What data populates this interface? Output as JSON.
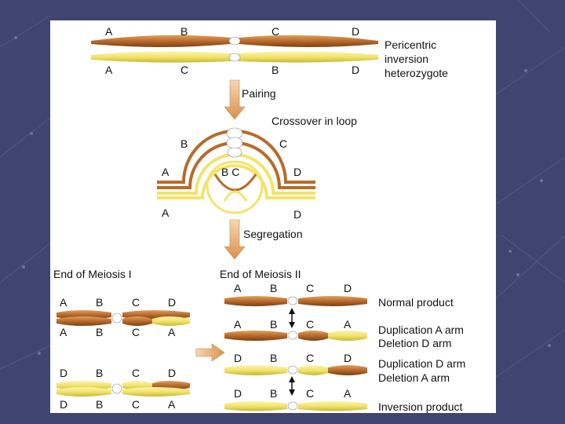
{
  "colors": {
    "background": "#3f4470",
    "slide": "#ffffff",
    "brown": "#b86a2a",
    "yellow": "#f2e46a",
    "arrow": "#e0a360"
  },
  "top": {
    "brown_loci": [
      "A",
      "B",
      "C",
      "D"
    ],
    "yellow_loci": [
      "A",
      "C",
      "B",
      "D"
    ],
    "caption_1": "Pericentric",
    "caption_2": "inversion",
    "caption_3": "heterozygote"
  },
  "steps": {
    "pairing": "Pairing",
    "crossover": "Crossover in loop",
    "segregation": "Segregation"
  },
  "loop": {
    "label_B": "B",
    "label_C": "C",
    "label_A": "A",
    "label_BC": "B C",
    "label_D": "D",
    "label_A2": "A",
    "label_D2": "D"
  },
  "meiosis1": {
    "title": "End of Meiosis I",
    "row1": [
      "A",
      "B",
      "C",
      "D"
    ],
    "row2": [
      "A",
      "B",
      "C",
      "A"
    ],
    "row3": [
      "D",
      "B",
      "C",
      "D"
    ],
    "row4": [
      "D",
      "B",
      "C",
      "A"
    ]
  },
  "meiosis2": {
    "title": "End of Meiosis II",
    "products": [
      {
        "loci": [
          "A",
          "B",
          "C",
          "D"
        ],
        "label_1": "Normal product",
        "label_2": ""
      },
      {
        "loci": [
          "A",
          "B",
          "C",
          "A"
        ],
        "label_1": "Duplication A arm",
        "label_2": "Deletion D arm"
      },
      {
        "loci": [
          "D",
          "B",
          "C",
          "D"
        ],
        "label_1": "Duplication D arm",
        "label_2": "Deletion A arm"
      },
      {
        "loci": [
          "D",
          "B",
          "C",
          "A"
        ],
        "label_1": "Inversion product",
        "label_2": ""
      }
    ]
  }
}
